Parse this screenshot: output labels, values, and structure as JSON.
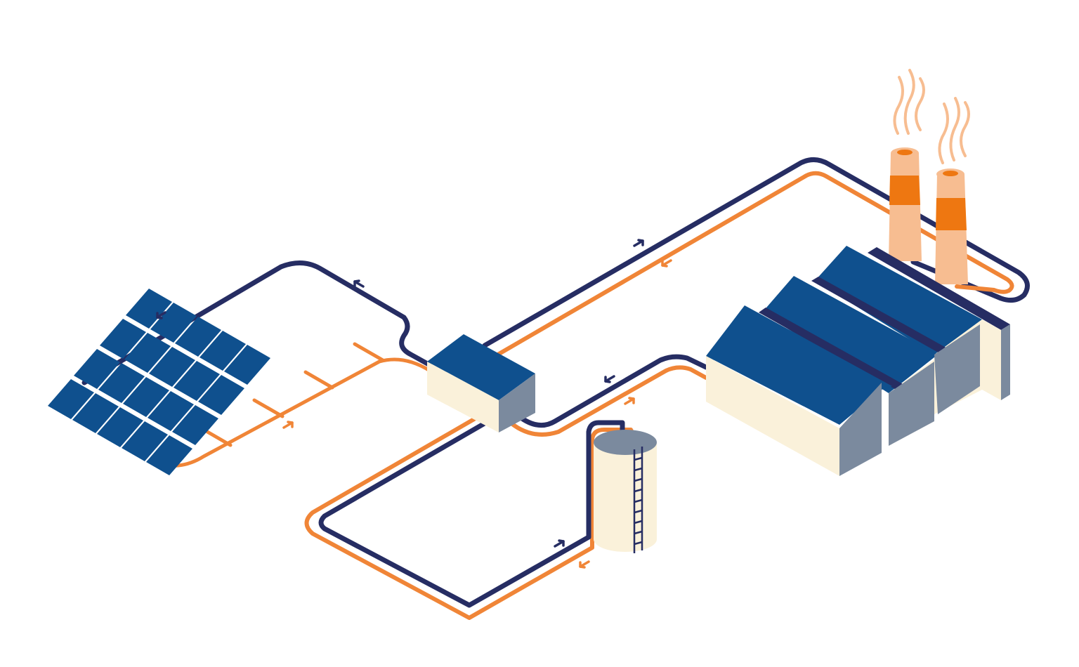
{
  "colors": {
    "background": "#ffffff",
    "pipe_cold": "#262d63",
    "pipe_hot": "#f08537",
    "panel_blue": "#0f508e",
    "roof_blue": "#0f508e",
    "roof_dark": "#262d63",
    "wall_cream": "#faf1da",
    "wall_gray": "#7b8a9e",
    "chimney_light": "#f7bd91",
    "chimney_band": "#ee7711",
    "smoke": "#f7bd91",
    "tank_top": "#7b8a9e"
  },
  "diagram": {
    "components": [
      {
        "id": "solar-field",
        "icon": "solar-panel-array-icon"
      },
      {
        "id": "heat-exchanger",
        "icon": "heat-exchanger-box-icon"
      },
      {
        "id": "storage-tank",
        "icon": "storage-tank-icon"
      },
      {
        "id": "factory",
        "icon": "factory-icon"
      },
      {
        "id": "chimneys",
        "icon": "chimney-smoke-icon"
      }
    ],
    "flows": [
      {
        "from": "solar-field",
        "to": "heat-exchanger",
        "medium": "hot"
      },
      {
        "from": "heat-exchanger",
        "to": "solar-field",
        "medium": "cold"
      },
      {
        "from": "heat-exchanger",
        "to": "factory",
        "medium": "hot"
      },
      {
        "from": "factory",
        "to": "heat-exchanger",
        "medium": "cold"
      },
      {
        "from": "heat-exchanger",
        "to": "storage-tank",
        "medium": "hot"
      },
      {
        "from": "storage-tank",
        "to": "heat-exchanger",
        "medium": "cold"
      }
    ]
  }
}
